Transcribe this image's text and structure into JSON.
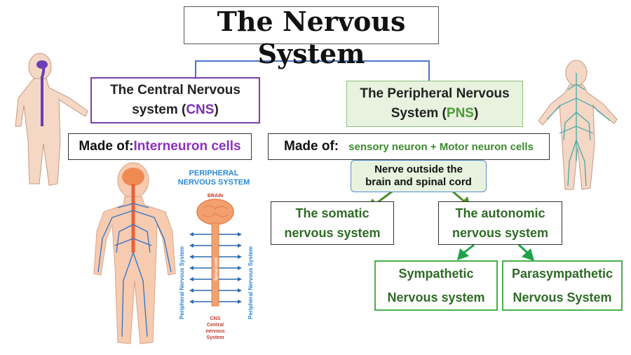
{
  "title": {
    "line1": "The Nervous",
    "line2": "System"
  },
  "cns": {
    "line1": "The Central Nervous",
    "line2_prefix": "system (",
    "abbr": "CNS",
    "line2_suffix": ")"
  },
  "pns": {
    "line1": "The Peripheral Nervous",
    "line2_prefix": "System (",
    "abbr": "PNS",
    "line2_suffix": ")"
  },
  "cns_made": {
    "label": "Made of:",
    "value": "Interneuron cells"
  },
  "pns_made": {
    "label": "Made of:",
    "value": "sensory neuron + Motor neuron cells"
  },
  "nerve": {
    "line1": "Nerve outside the",
    "line2": "brain and spinal cord"
  },
  "somatic": {
    "line1": "The somatic",
    "line2": "nervous system"
  },
  "autonomic": {
    "line1": "The autonomic",
    "line2": "nervous system"
  },
  "sympathetic": {
    "line1": "Sympathetic",
    "line2": "Nervous system"
  },
  "parasympathetic": {
    "line1": "Parasympathetic",
    "line2": "Nervous System"
  },
  "illustration": {
    "header_line1": "PERIPHERAL",
    "header_line2": "NERVOUS SYSTEM",
    "brain_label": "BRAIN",
    "cord_label": "Spinal cord",
    "side_label": "Peripheral Nervous System",
    "cns_line1": "CNS",
    "cns_line2": "Central",
    "cns_line3": "nervous",
    "cns_line4": "System"
  },
  "colors": {
    "connector": "#4a74c9",
    "arrow": "#4e8f2c",
    "cns_accent": "#7a2fb0",
    "pns_accent": "#4e9a3a"
  }
}
